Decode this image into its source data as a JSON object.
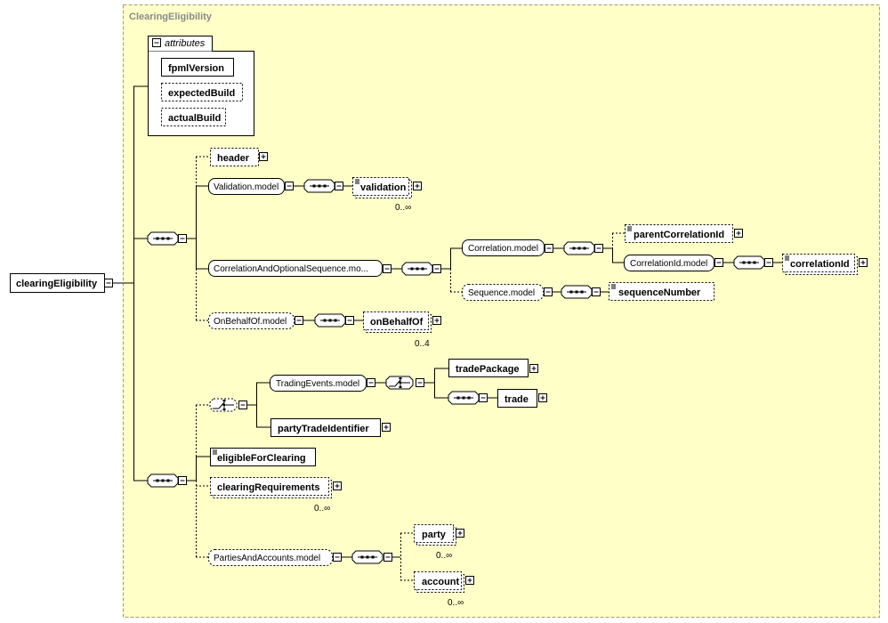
{
  "complex_type": "ClearingEligibility",
  "root_element": "clearingEligibility",
  "attributes": {
    "header_label": "attributes",
    "items": [
      "fpmlVersion",
      "expectedBuild",
      "actualBuild"
    ]
  },
  "elements": {
    "header": "header",
    "validation_model": "Validation.model",
    "validation": "validation",
    "validation_card": "0..∞",
    "correlation_seq": "CorrelationAndOptionalSequence.mo...",
    "correlation_model": "Correlation.model",
    "parent_correlation_id": "parentCorrelationId",
    "correlation_id_model": "CorrelationId.model",
    "correlation_id": "correlationId",
    "sequence_model": "Sequence.model",
    "sequence_number": "sequenceNumber",
    "on_behalf_of_model": "OnBehalfOf.model",
    "on_behalf_of": "onBehalfOf",
    "on_behalf_of_card": "0..4",
    "trading_events_model": "TradingEvents.model",
    "trade_package": "tradePackage",
    "trade": "trade",
    "party_trade_identifier": "partyTradeIdentifier",
    "eligible_for_clearing": "eligibleForClearing",
    "clearing_requirements": "clearingRequirements",
    "clearing_requirements_card": "0..∞",
    "parties_and_accounts_model": "PartiesAndAccounts.model",
    "party": "party",
    "party_card": "0..∞",
    "account": "account",
    "account_card": "0..∞"
  },
  "colors": {
    "type_area_fill": "#ffffc8",
    "type_area_border": "#a0a078",
    "line": "#000000",
    "box_fill": "#ffffff",
    "title_text": "#8a8a8a"
  }
}
